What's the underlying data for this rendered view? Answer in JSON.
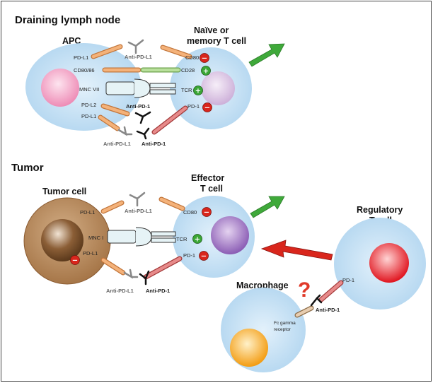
{
  "sections": {
    "top_title": "Draining lymph node",
    "bottom_title": "Tumor"
  },
  "cells": {
    "apc": "APC",
    "naive_line1": "Naïve or",
    "naive_line2": "memory T cell",
    "tumor_cell": "Tumor cell",
    "effector_line1": "Effector",
    "effector_line2": "T cell",
    "regulatory_line1": "Regulatory",
    "regulatory_line2": "T cell",
    "macrophage": "Macrophage"
  },
  "receptors_top": {
    "apc_pdl1": "PD-L1",
    "apc_cd8086": "CD80/86",
    "apc_mhc": "MNC VII",
    "apc_pdl2": "PD-L2",
    "apc_pdl1_b": "PD-L1",
    "t_cd80": "CD80",
    "t_cd28": "CD28",
    "t_tcr": "TCR",
    "t_pd1": "PD-1"
  },
  "receptors_bottom": {
    "tumor_pdl1": "PD-L1",
    "tumor_mhc": "MNC I",
    "tumor_pdl1_b": "PD-L1",
    "eff_cd80": "CD80",
    "eff_tcr": "TCR",
    "eff_pd1": "PD-1",
    "treg_pd1": "PD-1",
    "fc_line1": "Fc gamma",
    "fc_line2": "receptor"
  },
  "drugs": {
    "anti_pdl1_top": "Anti-PD-L1",
    "anti_pd1_top": "Anti-PD-1",
    "anti_pdl1_top_b": "Anti-PD-L1",
    "anti_pd1_top_b": "Anti-PD-1",
    "anti_pdl1_bottom": "Anti-PD-L1",
    "anti_pdl1_bottom_b": "Anti-PD-L1",
    "anti_pd1_bottom": "Anti-PD-1",
    "anti_pd1_treg": "Anti-PD-1"
  },
  "signs": {
    "minus": "−",
    "plus": "+"
  },
  "question": "?",
  "colors": {
    "cell_blue": "#c6e1f4",
    "apc_nucleus": "#f2a9c8",
    "t_nucleus": "#dcc2e3",
    "tumor_body": "#b58a5e",
    "tumor_nucleus": "#7a5230",
    "effector_nucleus": "#9a6fbf",
    "treg_nucleus": "#e8242c",
    "macrophage_nucleus": "#f5a623",
    "ligand_orange": "#f2a766",
    "cd28_green": "#a9d98a",
    "pd1_red": "#d95c5c",
    "minus_red": "#d9261c",
    "plus_green": "#3aa635",
    "arrow_green": "#3fa93a",
    "arrow_red": "#d9261c"
  }
}
